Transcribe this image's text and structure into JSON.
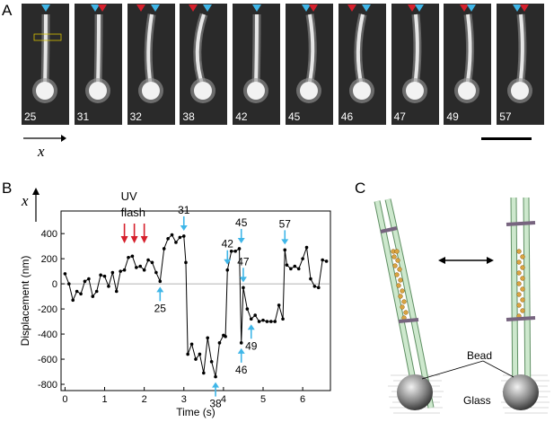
{
  "panels": {
    "a": "A",
    "b": "B",
    "c": "C"
  },
  "panel_a": {
    "frames": [
      {
        "label": "25",
        "bend": 0.0,
        "markers": [
          "blue"
        ]
      },
      {
        "label": "31",
        "bend": 0.0,
        "markers": [
          "blue",
          "red"
        ]
      },
      {
        "label": "32",
        "bend": -0.5,
        "markers": [
          "red",
          "blue"
        ]
      },
      {
        "label": "38",
        "bend": -1.0,
        "markers": [
          "red",
          "blue"
        ]
      },
      {
        "label": "42",
        "bend": 0.0,
        "markers": [
          "blue"
        ]
      },
      {
        "label": "45",
        "bend": 0.5,
        "markers": [
          "blue",
          "red"
        ]
      },
      {
        "label": "46",
        "bend": -0.7,
        "markers": [
          "red",
          "blue"
        ]
      },
      {
        "label": "47",
        "bend": 0.3,
        "markers": [
          "red",
          "blue"
        ]
      },
      {
        "label": "49",
        "bend": 0.4,
        "markers": [
          "red",
          "blue"
        ]
      },
      {
        "label": "57",
        "bend": 0.3,
        "markers": [
          "blue",
          "red"
        ]
      }
    ],
    "axis_label": "x",
    "marker_colors": {
      "blue": "#3fb6e8",
      "red": "#d6202c"
    }
  },
  "chart_data": {
    "type": "line",
    "title": "",
    "xlabel": "Time (s)",
    "ylabel": "Displacement (nm)",
    "x_axis_symbol": "x",
    "xlim": [
      -0.1,
      6.7
    ],
    "ylim": [
      -850,
      580
    ],
    "xticks": [
      0,
      1,
      2,
      3,
      4,
      5,
      6
    ],
    "yticks": [
      -800,
      -600,
      -400,
      -200,
      0,
      200,
      400
    ],
    "series": [
      {
        "values": [
          [
            0.0,
            80
          ],
          [
            0.1,
            0
          ],
          [
            0.2,
            -130
          ],
          [
            0.3,
            -60
          ],
          [
            0.4,
            -80
          ],
          [
            0.5,
            20
          ],
          [
            0.6,
            40
          ],
          [
            0.7,
            -100
          ],
          [
            0.8,
            -60
          ],
          [
            0.9,
            70
          ],
          [
            1.0,
            60
          ],
          [
            1.1,
            -20
          ],
          [
            1.2,
            90
          ],
          [
            1.3,
            -60
          ],
          [
            1.4,
            100
          ],
          [
            1.5,
            110
          ],
          [
            1.6,
            210
          ],
          [
            1.7,
            220
          ],
          [
            1.8,
            130
          ],
          [
            1.9,
            140
          ],
          [
            2.0,
            110
          ],
          [
            2.1,
            190
          ],
          [
            2.2,
            170
          ],
          [
            2.3,
            90
          ],
          [
            2.4,
            20
          ],
          [
            2.5,
            280
          ],
          [
            2.6,
            360
          ],
          [
            2.7,
            390
          ],
          [
            2.8,
            330
          ],
          [
            2.9,
            370
          ],
          [
            3.0,
            380
          ],
          [
            3.05,
            170
          ],
          [
            3.1,
            -560
          ],
          [
            3.2,
            -480
          ],
          [
            3.3,
            -600
          ],
          [
            3.4,
            -560
          ],
          [
            3.5,
            -710
          ],
          [
            3.6,
            -430
          ],
          [
            3.7,
            -620
          ],
          [
            3.8,
            -740
          ],
          [
            3.9,
            -470
          ],
          [
            4.0,
            -410
          ],
          [
            4.05,
            -420
          ],
          [
            4.1,
            110
          ],
          [
            4.2,
            260
          ],
          [
            4.3,
            260
          ],
          [
            4.4,
            280
          ],
          [
            4.45,
            -470
          ],
          [
            4.5,
            -30
          ],
          [
            4.6,
            -200
          ],
          [
            4.7,
            -280
          ],
          [
            4.8,
            -250
          ],
          [
            4.9,
            -300
          ],
          [
            5.0,
            -290
          ],
          [
            5.1,
            -300
          ],
          [
            5.2,
            -300
          ],
          [
            5.3,
            -300
          ],
          [
            5.4,
            -170
          ],
          [
            5.5,
            -280
          ],
          [
            5.55,
            270
          ],
          [
            5.6,
            150
          ],
          [
            5.7,
            120
          ],
          [
            5.8,
            140
          ],
          [
            5.9,
            120
          ],
          [
            6.0,
            200
          ],
          [
            6.1,
            290
          ],
          [
            6.2,
            40
          ],
          [
            6.3,
            -20
          ],
          [
            6.4,
            -30
          ],
          [
            6.5,
            190
          ],
          [
            6.6,
            180
          ]
        ]
      }
    ],
    "annotations": {
      "uv_label_line1": "UV",
      "uv_label_line2": "flash",
      "uv_arrows_x": [
        1.5,
        1.75,
        2.0
      ],
      "blue_arrows": [
        {
          "label": "31",
          "x": 3.0,
          "y": 380,
          "dir": "down"
        },
        {
          "label": "45",
          "x": 4.45,
          "y": 280,
          "dir": "down"
        },
        {
          "label": "57",
          "x": 5.55,
          "y": 270,
          "dir": "down"
        },
        {
          "label": "42",
          "x": 4.1,
          "y": 110,
          "dir": "down"
        },
        {
          "label": "47",
          "x": 4.5,
          "y": -30,
          "dir": "down"
        },
        {
          "label": "25",
          "x": 2.4,
          "y": 20,
          "dir": "up"
        },
        {
          "label": "49",
          "x": 4.7,
          "y": -280,
          "dir": "up"
        },
        {
          "label": "46",
          "x": 4.45,
          "y": -470,
          "dir": "up"
        },
        {
          "label": "38",
          "x": 3.8,
          "y": -740,
          "dir": "up"
        }
      ]
    }
  },
  "panel_c": {
    "bead_label": "Bead",
    "glass_label": "Glass"
  }
}
